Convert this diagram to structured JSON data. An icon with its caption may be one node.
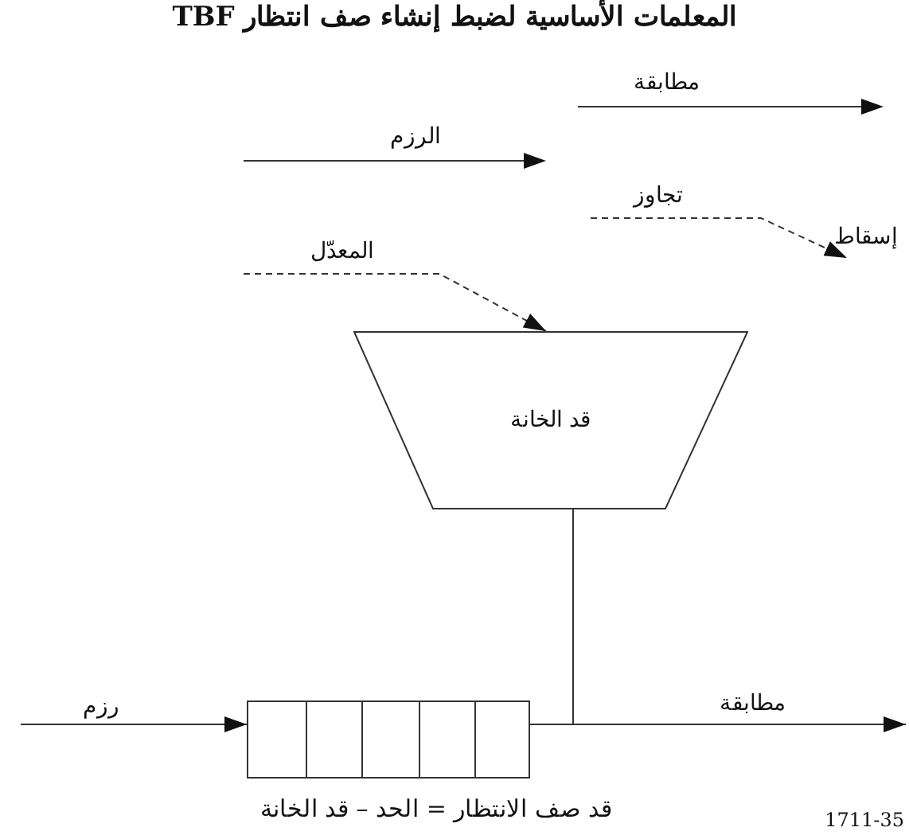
{
  "diagram": {
    "title": "المعلمات الأساسية لضبط إنشاء صف انتظار TBF",
    "nodes": [
      {
        "text": [
          "إسقاط"
        ]
      },
      {
        "text": [
          "قد الخانة"
        ]
      },
      {
        "text": [],
        "shape": "box",
        "beside": [
          "قد صف الانتظار = الحد – قد الخانة"
        ]
      }
    ],
    "edges": [
      {
        "from": null,
        "to": 1,
        "arrow": "to",
        "label": "المعدّل",
        "style": "dashed"
      },
      {
        "from": null,
        "to": 0,
        "arrow": "to",
        "label": "تجاوز",
        "style": "dashed"
      },
      {
        "from": null,
        "to": 2,
        "arrow": "to",
        "label": "رزم"
      },
      {
        "from": 2,
        "to": null,
        "arrow": "to",
        "label": "مطابقة"
      },
      {
        "from": 1,
        "to": null,
        "arrow": "none"
      }
    ],
    "labels": [
      "مطابقة",
      "الرزم",
      "1711-35"
    ]
  }
}
